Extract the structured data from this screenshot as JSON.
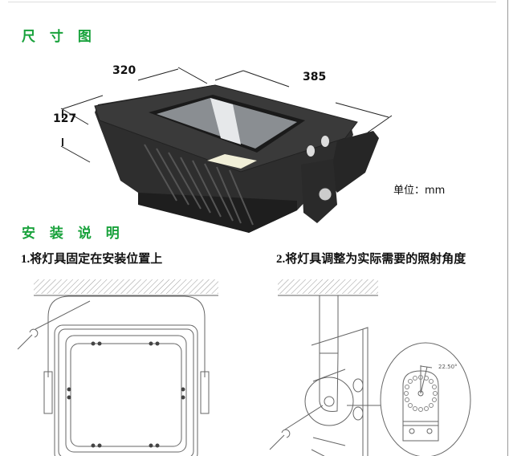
{
  "sections": {
    "dimensions_title": "尺 寸 图",
    "install_title": "安 装 说 明"
  },
  "dimensions": {
    "width": "320",
    "length": "385",
    "height": "127",
    "unit": "单位：mm"
  },
  "install_steps": [
    {
      "label": "1.将灯具固定在安装位置上"
    },
    {
      "label": "2.将灯具调整为实际需要的照射角度"
    }
  ],
  "detail": {
    "angle": "22.50°"
  },
  "colors": {
    "heading": "#19a23c",
    "body": "#2b2b2b"
  }
}
